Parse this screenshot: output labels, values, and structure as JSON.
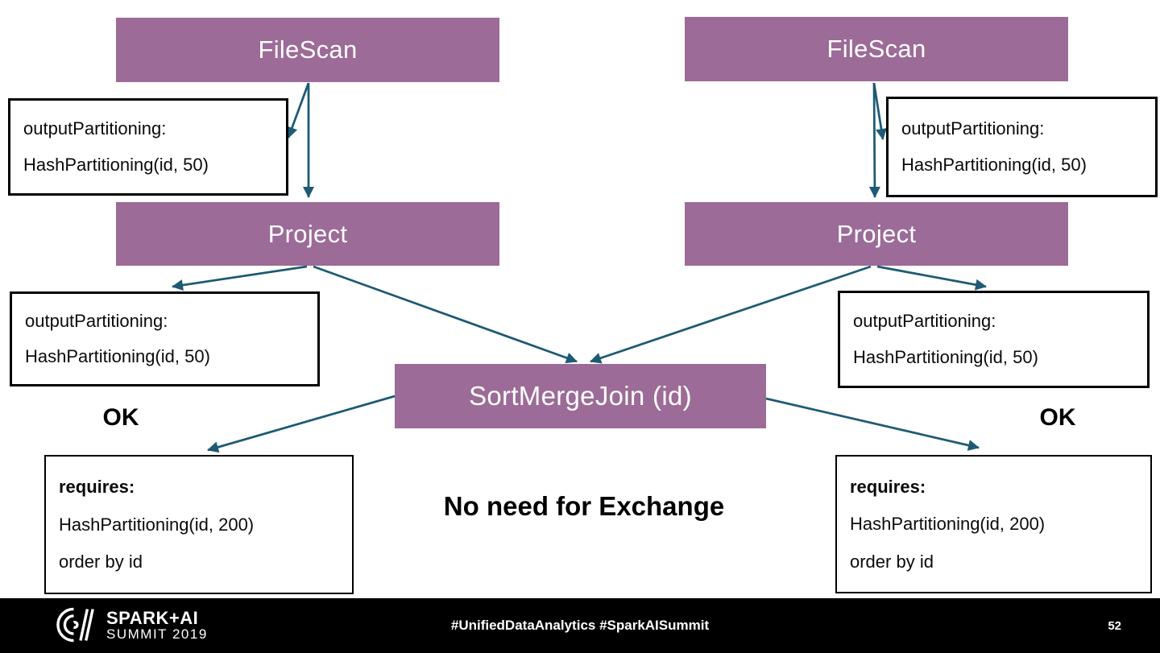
{
  "slide": {
    "nodes": {
      "filescan_left": "FileScan",
      "filescan_right": "FileScan",
      "project_left": "Project",
      "project_right": "Project",
      "sort_merge_join": "SortMergeJoin (id)"
    },
    "partition_labels": {
      "filescan_left": {
        "line1": "outputPartitioning:",
        "line2": "HashPartitioning(id, 50)"
      },
      "filescan_right": {
        "line1": "outputPartitioning:",
        "line2": "HashPartitioning(id, 50)"
      },
      "project_left": {
        "line1": "outputPartitioning:",
        "line2": "HashPartitioning(id, 50)"
      },
      "project_right": {
        "line1": "outputPartitioning:",
        "line2": "HashPartitioning(id, 50)"
      }
    },
    "requires_labels": {
      "left": {
        "title": "requires:",
        "line2": "HashPartitioning(id, 200)",
        "line3": "order by id"
      },
      "right": {
        "title": "requires:",
        "line2": "HashPartitioning(id, 200)",
        "line3": "order by id"
      }
    },
    "annotations": {
      "ok_left": "OK",
      "ok_right": "OK",
      "center_note": "No need for Exchange"
    },
    "colors": {
      "node_fill": "#9c6b97",
      "node_text": "#ffffff",
      "arrow": "#1e5a74",
      "label_text": "#0a0a0a",
      "label_border": "#000000",
      "footer_bg": "#000000",
      "footer_text": "#ffffff"
    }
  },
  "footer": {
    "logo": {
      "title": "SPARK+AI",
      "subtitle": "SUMMIT 2019"
    },
    "hashtags": "#UnifiedDataAnalytics #SparkAISummit",
    "page_number": "52"
  }
}
